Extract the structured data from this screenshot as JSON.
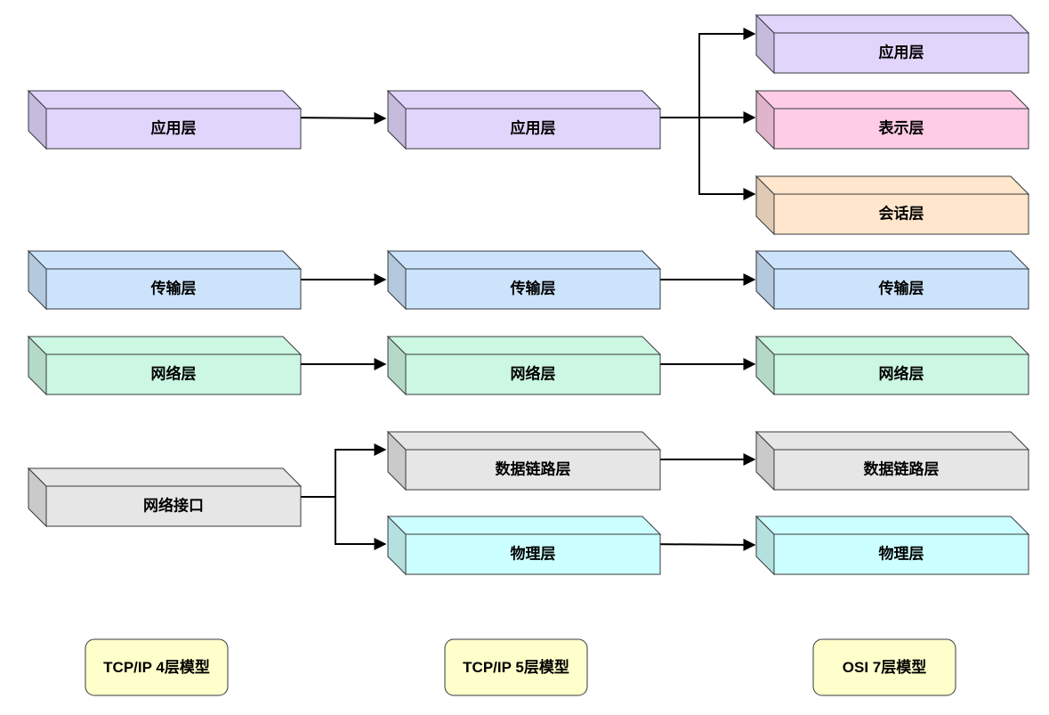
{
  "boxes": {
    "tcp4_app": {
      "label": "应用层",
      "color": "#e1d5fb"
    },
    "tcp4_transport": {
      "label": "传输层",
      "color": "#cce4fb"
    },
    "tcp4_network": {
      "label": "网络层",
      "color": "#ccf7e2"
    },
    "tcp4_netif": {
      "label": "网络接口",
      "color": "#e6e6e6"
    },
    "tcp5_app": {
      "label": "应用层",
      "color": "#e1d5fb"
    },
    "tcp5_transport": {
      "label": "传输层",
      "color": "#cce4fb"
    },
    "tcp5_network": {
      "label": "网络层",
      "color": "#ccf7e2"
    },
    "tcp5_datalink": {
      "label": "数据链路层",
      "color": "#e6e6e6"
    },
    "tcp5_physical": {
      "label": "物理层",
      "color": "#ccffff"
    },
    "osi_app": {
      "label": "应用层",
      "color": "#e1d5fb"
    },
    "osi_presentation": {
      "label": "表示层",
      "color": "#ffcce5"
    },
    "osi_session": {
      "label": "会话层",
      "color": "#ffe6cc"
    },
    "osi_transport": {
      "label": "传输层",
      "color": "#cce4fb"
    },
    "osi_network": {
      "label": "网络层",
      "color": "#ccf7e2"
    },
    "osi_datalink": {
      "label": "数据链路层",
      "color": "#e6e6e6"
    },
    "osi_physical": {
      "label": "物理层",
      "color": "#ccffff"
    }
  },
  "legend": {
    "tcp4": {
      "label": "TCP/IP  4层模型",
      "color": "#ffffcc"
    },
    "tcp5": {
      "label": "TCP/IP  5层模型",
      "color": "#ffffcc"
    },
    "osi": {
      "label": "OSI  7层模型",
      "color": "#ffffcc"
    }
  },
  "colors": {
    "stroke": "#36393d",
    "connector": "#000000"
  }
}
